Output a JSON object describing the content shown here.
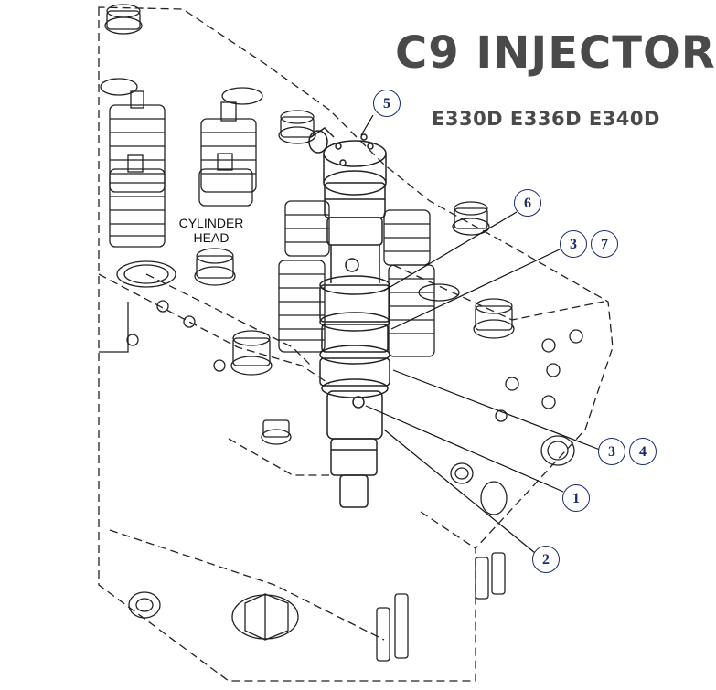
{
  "title": "C9 INJECTOR",
  "subtitle": "E330D E336D E340D",
  "cylinder_head_label_line1": "CYLINDER",
  "cylinder_head_label_line2": "HEAD",
  "callouts": {
    "c5": "5",
    "c6": "6",
    "c3a": "3",
    "c7": "7",
    "c3b": "3",
    "c4": "4",
    "c1": "1",
    "c2": "2"
  },
  "colors": {
    "callout": "#1a2a6c",
    "line": "#222222",
    "title": "#4a4a4a"
  }
}
